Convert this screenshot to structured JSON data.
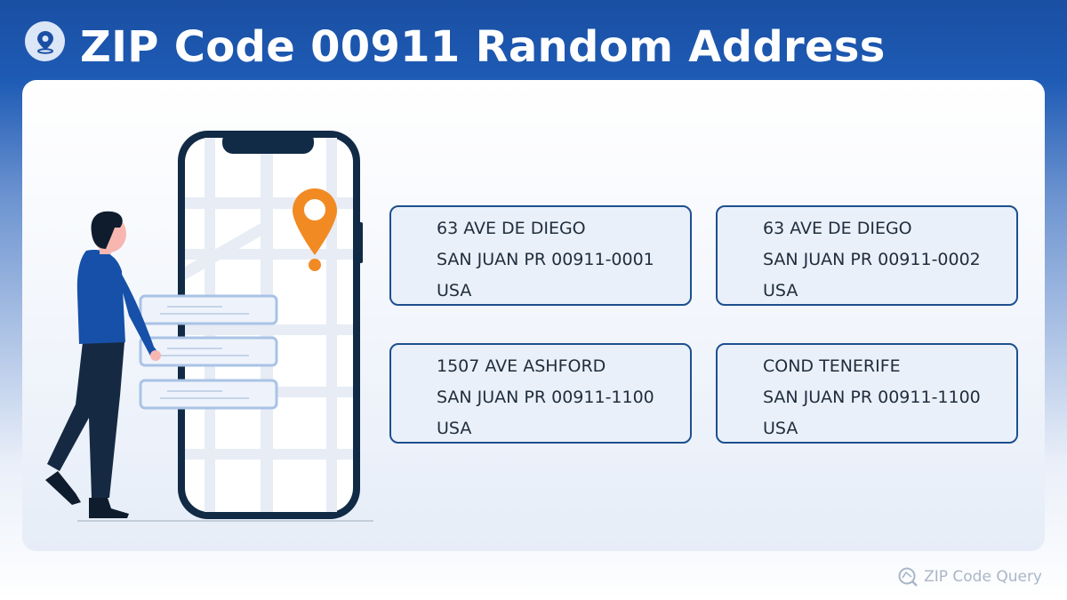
{
  "header": {
    "title": "ZIP Code 00911 Random Address",
    "icon": "location-pin-icon"
  },
  "addresses": [
    {
      "street": "63  AVE DE DIEGO",
      "city_line": "SAN JUAN PR 00911-0001",
      "country": "USA"
    },
    {
      "street": "63  AVE DE DIEGO",
      "city_line": "SAN JUAN PR 00911-0002",
      "country": "USA"
    },
    {
      "street": "1507  AVE ASHFORD",
      "city_line": "SAN JUAN PR 00911-1100",
      "country": "USA"
    },
    {
      "street": "COND TENERIFE",
      "city_line": "SAN JUAN PR 00911-1100",
      "country": "USA"
    }
  ],
  "footer": {
    "brand": "ZIP Code Query",
    "icon": "zip-code-query-logo-icon"
  },
  "colors": {
    "header_blue": "#1a4fa3",
    "card_border": "#1d4f8f",
    "pin_orange": "#f28a24",
    "phone_frame": "#112a45"
  }
}
